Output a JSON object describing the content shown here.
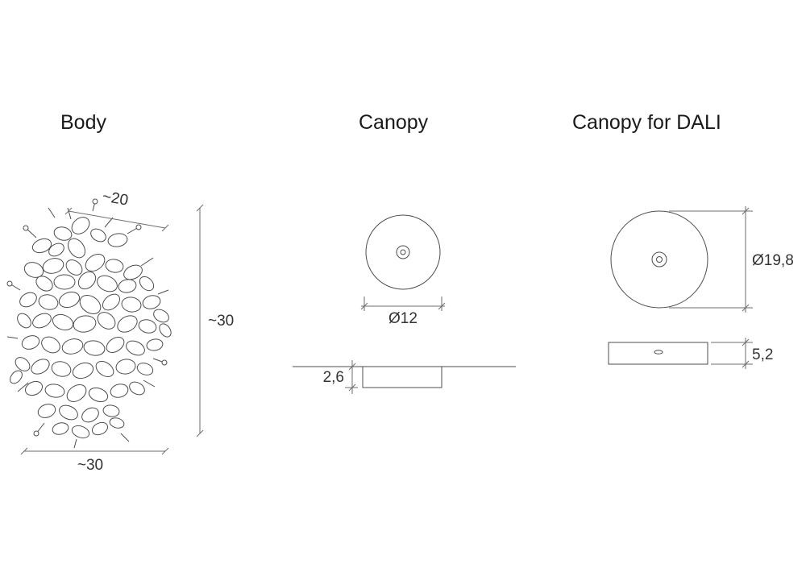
{
  "page": {
    "background": "#ffffff",
    "line_color": "#4d4d4d",
    "dim_line_color": "#6e6e6e",
    "text_color": "#1a1a1a"
  },
  "sections": {
    "body": {
      "title": "Body",
      "dim_width_top": "~20",
      "dim_height": "~30",
      "dim_width_bottom": "~30"
    },
    "canopy": {
      "title": "Canopy",
      "dim_diameter": "Ø12",
      "dim_thickness": "2,6"
    },
    "canopy_dali": {
      "title": "Canopy for DALI",
      "dim_diameter": "Ø19,8",
      "dim_thickness": "5,2"
    }
  }
}
